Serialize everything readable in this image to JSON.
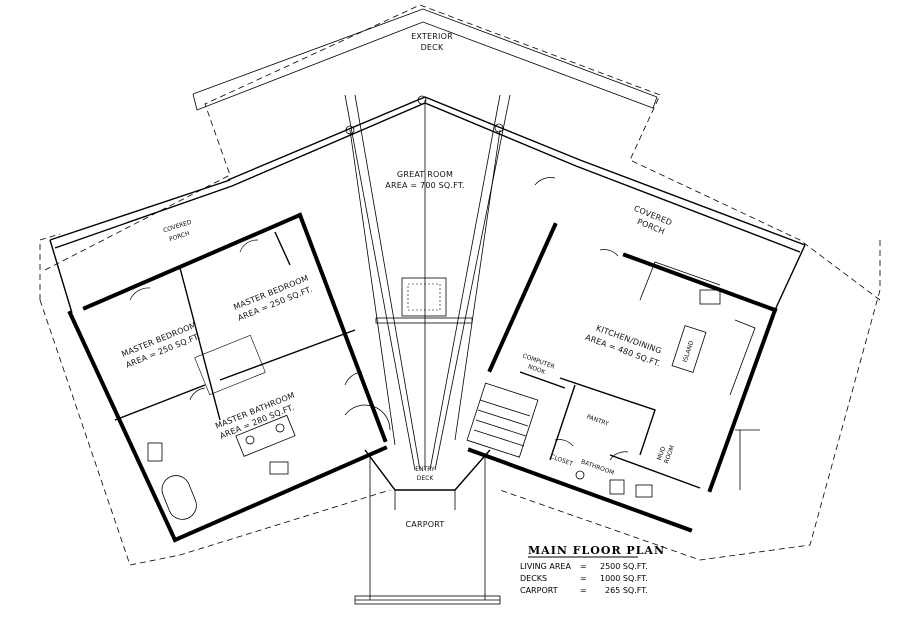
{
  "labels": {
    "exterior_deck_1": "EXTERIOR",
    "exterior_deck_2": "DECK",
    "great_room_name": "GREAT ROOM",
    "great_room_area": "AREA = 700 SQ.FT.",
    "covered_porch_left_1": "COVERED",
    "covered_porch_left_2": "PORCH",
    "covered_porch_right_1": "COVERED",
    "covered_porch_right_2": "PORCH",
    "master_bedroom_left_name": "MASTER BEDROOM",
    "master_bedroom_left_area": "AREA = 250 SQ.FT.",
    "master_bedroom_right_name": "MASTER BEDROOM",
    "master_bedroom_right_area": "AREA = 250 SQ.FT.",
    "master_bathroom_name": "MASTER BATHROOM",
    "master_bathroom_area": "AREA = 280 SQ.FT.",
    "kitchen_name": "KITCHEN/DINING",
    "kitchen_area": "AREA = 480 SQ.FT.",
    "island": "ISLAND",
    "computer_nook_1": "COMPUTER",
    "computer_nook_2": "NOOK",
    "pantry": "PANTRY",
    "closet": "CLOSET",
    "bathroom": "BATHROOM",
    "mud_room_1": "MUD",
    "mud_room_2": "ROOM",
    "entry_deck_1": "ENTRY",
    "entry_deck_2": "DECK",
    "carport": "CARPORT"
  },
  "summary": {
    "title": "MAIN FLOOR PLAN",
    "rows": [
      {
        "name": "LIVING AREA",
        "eq": "=",
        "value": "2500 SQ.FT."
      },
      {
        "name": "DECKS",
        "eq": "=",
        "value": "1000 SQ.FT."
      },
      {
        "name": "CARPORT",
        "eq": "=",
        "value": "265 SQ.FT."
      }
    ]
  }
}
